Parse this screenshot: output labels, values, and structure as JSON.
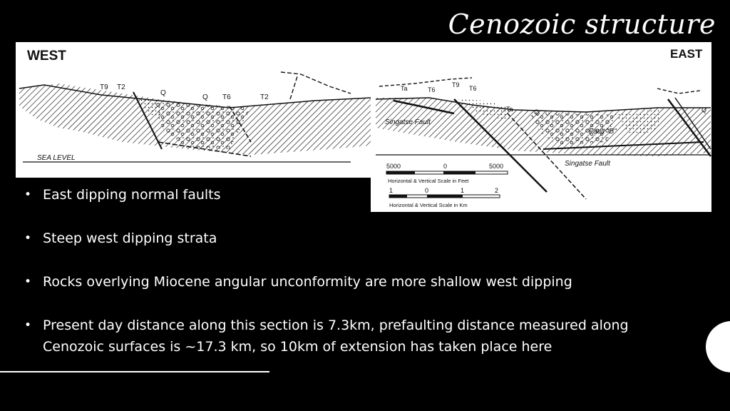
{
  "slide": {
    "title": "Cenozoic structure",
    "bullets": [
      "East dipping normal faults",
      "Steep west dipping strata",
      "Rocks overlying Miocene angular unconformity are more shallow west dipping",
      "Present day distance along this section is 7.3km, prefaulting distance measured along Cenozoic surfaces is ~17.3 km, so 10km of extension has taken place here"
    ]
  },
  "diagram": {
    "west_label": "WEST",
    "east_label": "EAST",
    "sea_level_label": "SEA LEVEL",
    "unit_labels": {
      "t9": "T9",
      "t2a": "T2",
      "q1": "Q",
      "q2": "Q",
      "t6": "T6",
      "t2b": "T2",
      "ta1": "Ta",
      "t6b": "T6",
      "t9b": "T9",
      "t6c": "T6",
      "ta2": "Ta",
      "q3": "Q",
      "q4": "Q"
    },
    "fault_labels": {
      "singatse_1": "Singatse Fault",
      "fault_b": "Fault \"B\"",
      "singatse_2": "Singatse Fault"
    },
    "scale_feet": {
      "left": "5000",
      "mid": "0",
      "right": "5000",
      "caption": "Horizontal & Vertical Scale in Feet"
    },
    "scale_km": {
      "t0": "1",
      "t1": "0",
      "t2": "1",
      "t3": "2",
      "caption": "Horizontal & Vertical Scale in Km"
    }
  },
  "colors": {
    "background": "#000000",
    "text": "#ffffff",
    "panel": "#ffffff",
    "ink": "#111111"
  }
}
